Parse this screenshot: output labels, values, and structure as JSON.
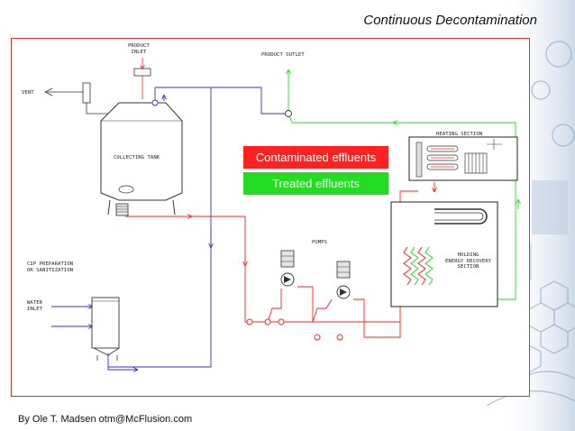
{
  "slide": {
    "title": "Continuous Decontamination",
    "footer": "By Ole T. Madsen   otm@McFlusion.com"
  },
  "legend": {
    "contaminated": "Contaminated effluents",
    "treated": "Treated effluents"
  },
  "labels": {
    "product_inlet": "PRODUCT\nINLET",
    "product_outlet": "PRODUCT OUTLET",
    "vent": "VENT",
    "collecting_tank": "COLLECTING TANK",
    "heating_section": "HEATING SECTION",
    "pumps": "PUMPS",
    "holding_section": "HOLDING\nENERGY RECOVERY\nSECTION",
    "cip": "CIP PREPARATION\nOR SANITIZATION",
    "water_inlet": "WATER\nINLET"
  },
  "colors": {
    "contaminated": "#ff2020",
    "treated": "#22dd22",
    "blue_line": "#3030c8",
    "frame": "#e03030"
  }
}
